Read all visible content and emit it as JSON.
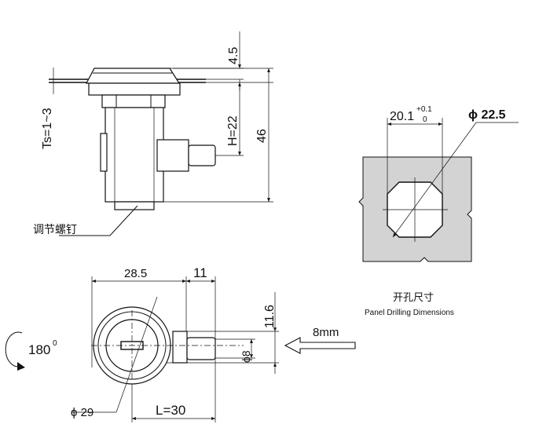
{
  "side_view": {
    "dim_top": "4.5",
    "dim_total": "46",
    "dim_h": "H=22",
    "dim_ts": "Ts=1~3",
    "adjust_screw_label": "调节螺钉"
  },
  "panel_drilling": {
    "width_base": "20.1",
    "tol_upper": "+0.1",
    "tol_lower": "0",
    "diameter": "ϕ 22.5",
    "title_cn": "开孔尺寸",
    "title_en": "Panel Drilling Dimensions"
  },
  "front_view": {
    "dim_width": "28.5",
    "dim_offset": "11",
    "dim_vertical": "11.6",
    "dim_shaft": "ϕ8",
    "dim_diameter": "ϕ 29",
    "dim_length": "L=30",
    "rotation": "180",
    "rotation_sup": "0",
    "cam_width": "8mm"
  }
}
